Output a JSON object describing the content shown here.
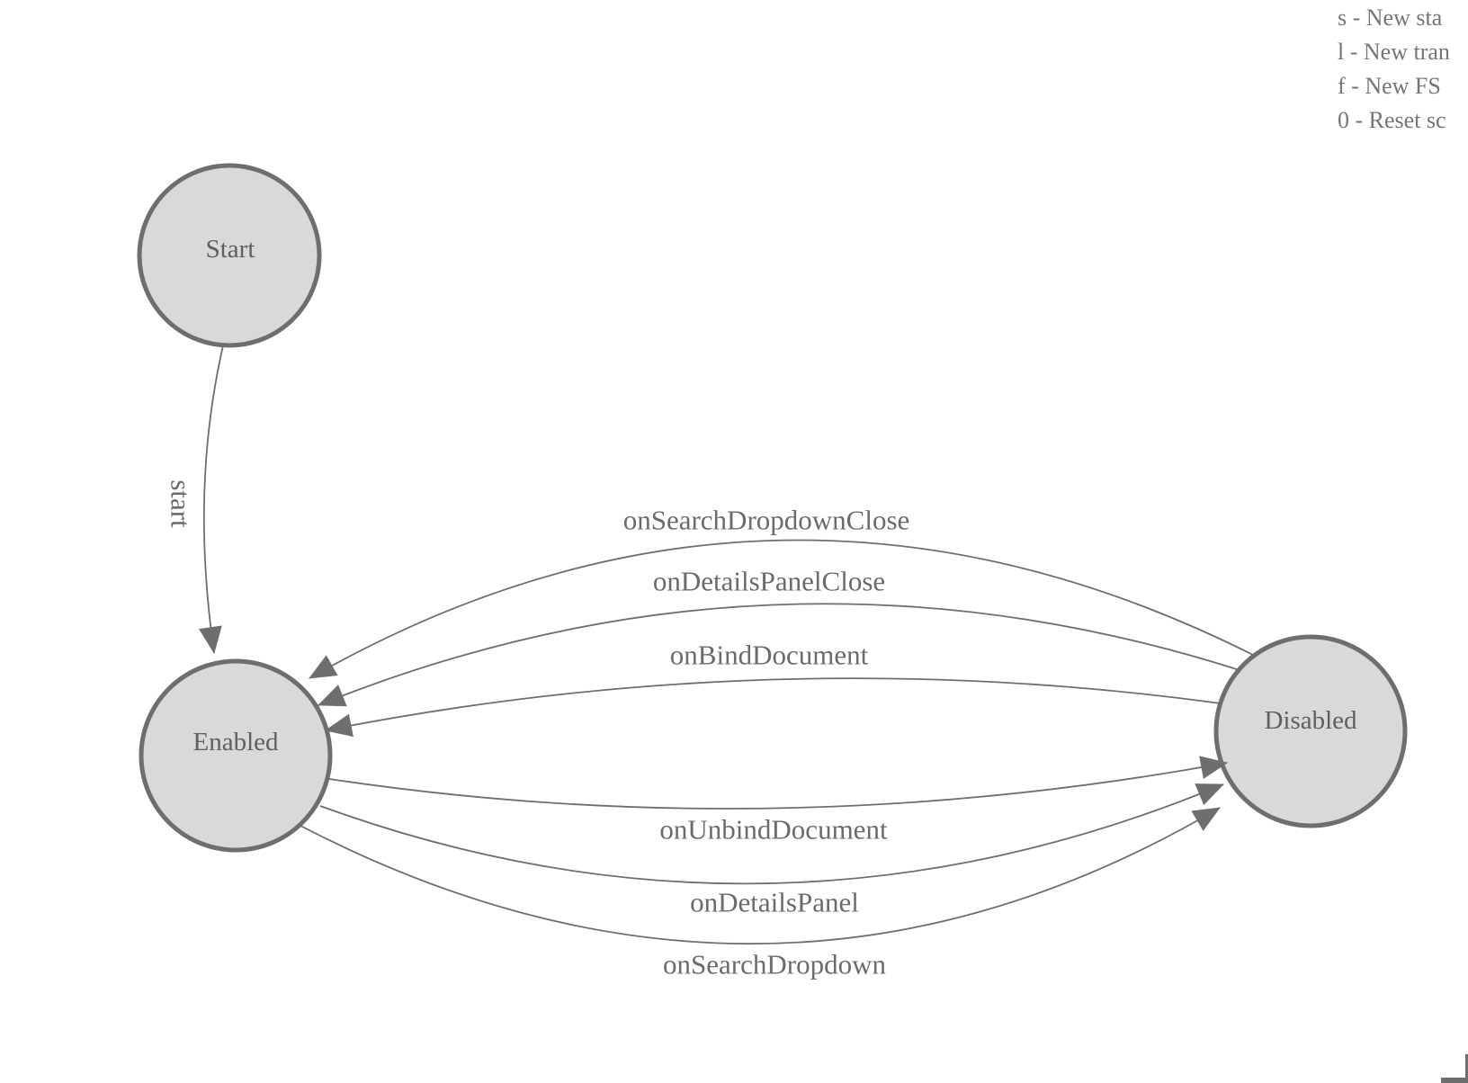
{
  "legend": {
    "lines": [
      "s - New sta",
      "l - New tran",
      "f - New FS",
      "0 - Reset sc"
    ]
  },
  "diagram": {
    "type": "finite-state-machine",
    "states": [
      {
        "id": "start",
        "label": "Start"
      },
      {
        "id": "enabled",
        "label": "Enabled"
      },
      {
        "id": "disabled",
        "label": "Disabled"
      }
    ],
    "transitions": [
      {
        "label": "start",
        "from": "Start",
        "to": "Enabled"
      },
      {
        "label": "onSearchDropdownClose",
        "from": "Disabled",
        "to": "Enabled"
      },
      {
        "label": "onDetailsPanelClose",
        "from": "Disabled",
        "to": "Enabled"
      },
      {
        "label": "onBindDocument",
        "from": "Disabled",
        "to": "Enabled"
      },
      {
        "label": "onUnbindDocument",
        "from": "Enabled",
        "to": "Disabled"
      },
      {
        "label": "onDetailsPanel",
        "from": "Enabled",
        "to": "Disabled"
      },
      {
        "label": "onSearchDropdown",
        "from": "Enabled",
        "to": "Disabled"
      }
    ],
    "colors": {
      "state_fill": "#d9d9d9",
      "state_stroke": "#6e6e6e",
      "edge_line": "#6e6e6e",
      "arrowhead": "#6e6e6e",
      "state_text": "#5f5f5f",
      "edge_text": "#6b6b6b",
      "legend_text": "#757575",
      "background": "#ffffff"
    }
  }
}
